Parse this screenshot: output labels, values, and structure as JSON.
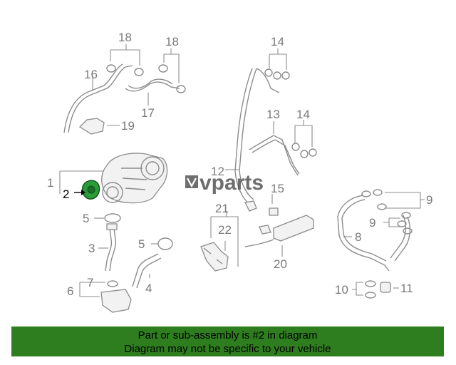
{
  "accent_color": "#2e7d1e",
  "highlight_color": "#1f8a2e",
  "watermark": {
    "brand": "vparts",
    "mark": "V"
  },
  "callouts": {
    "c1": "1",
    "c2": "2",
    "c3": "3",
    "c4": "4",
    "c5a": "5",
    "c5b": "5",
    "c6": "6",
    "c7": "7",
    "c8": "8",
    "c9a": "9",
    "c9b": "9",
    "c10": "10",
    "c11": "11",
    "c12": "12",
    "c13": "13",
    "c14a": "14",
    "c14b": "14",
    "c15": "15",
    "c16": "16",
    "c17": "17",
    "c18a": "18",
    "c18b": "18",
    "c19": "19",
    "c20": "20",
    "c21": "21",
    "c22": "22"
  },
  "highlighted_part": "2",
  "footer": {
    "line1": "Part or sub-assembly is #2 in diagram",
    "line2": "Diagram may not be specific to your vehicle"
  }
}
